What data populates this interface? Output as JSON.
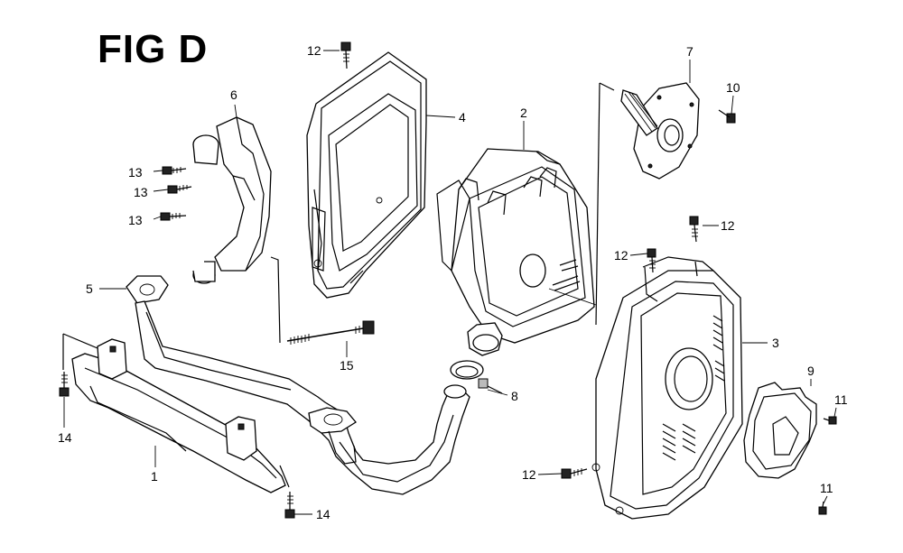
{
  "figure": {
    "title": "FIG D"
  },
  "callouts": {
    "c1": "1",
    "c2": "2",
    "c3": "3",
    "c4": "4",
    "c5": "5",
    "c6": "6",
    "c7": "7",
    "c8": "8",
    "c9": "9",
    "c10": "10",
    "c11a": "11",
    "c11b": "11",
    "c12a": "12",
    "c12b": "12",
    "c12c": "12",
    "c12d": "12",
    "c13a": "13",
    "c13b": "13",
    "c13c": "13",
    "c14a": "14",
    "c14b": "14",
    "c15": "15"
  }
}
